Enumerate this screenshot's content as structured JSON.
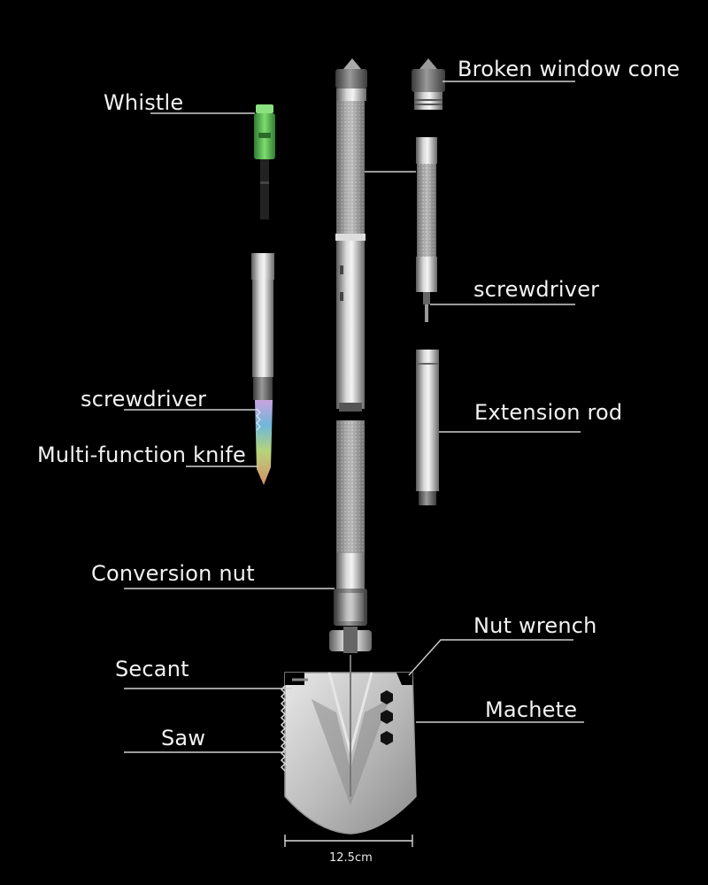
{
  "labels": {
    "broken_window_cone": "Broken window cone",
    "whistle": "Whistle",
    "screwdriver_right": "screwdriver",
    "screwdriver_left": "screwdriver",
    "extension_rod": "Extension rod",
    "multi_function_knife": "Multi-function knife",
    "conversion_nut": "Conversion nut",
    "nut_wrench": "Nut wrench",
    "secant": "Secant",
    "machete": "Machete",
    "saw": "Saw"
  },
  "dimension": "12.5cm",
  "colors": {
    "background": "#000000",
    "label_text": "#f2f2f2",
    "leader_line": "#cfcfcf",
    "steel": "#c8c8c8",
    "whistle_green": "#4caf50"
  }
}
